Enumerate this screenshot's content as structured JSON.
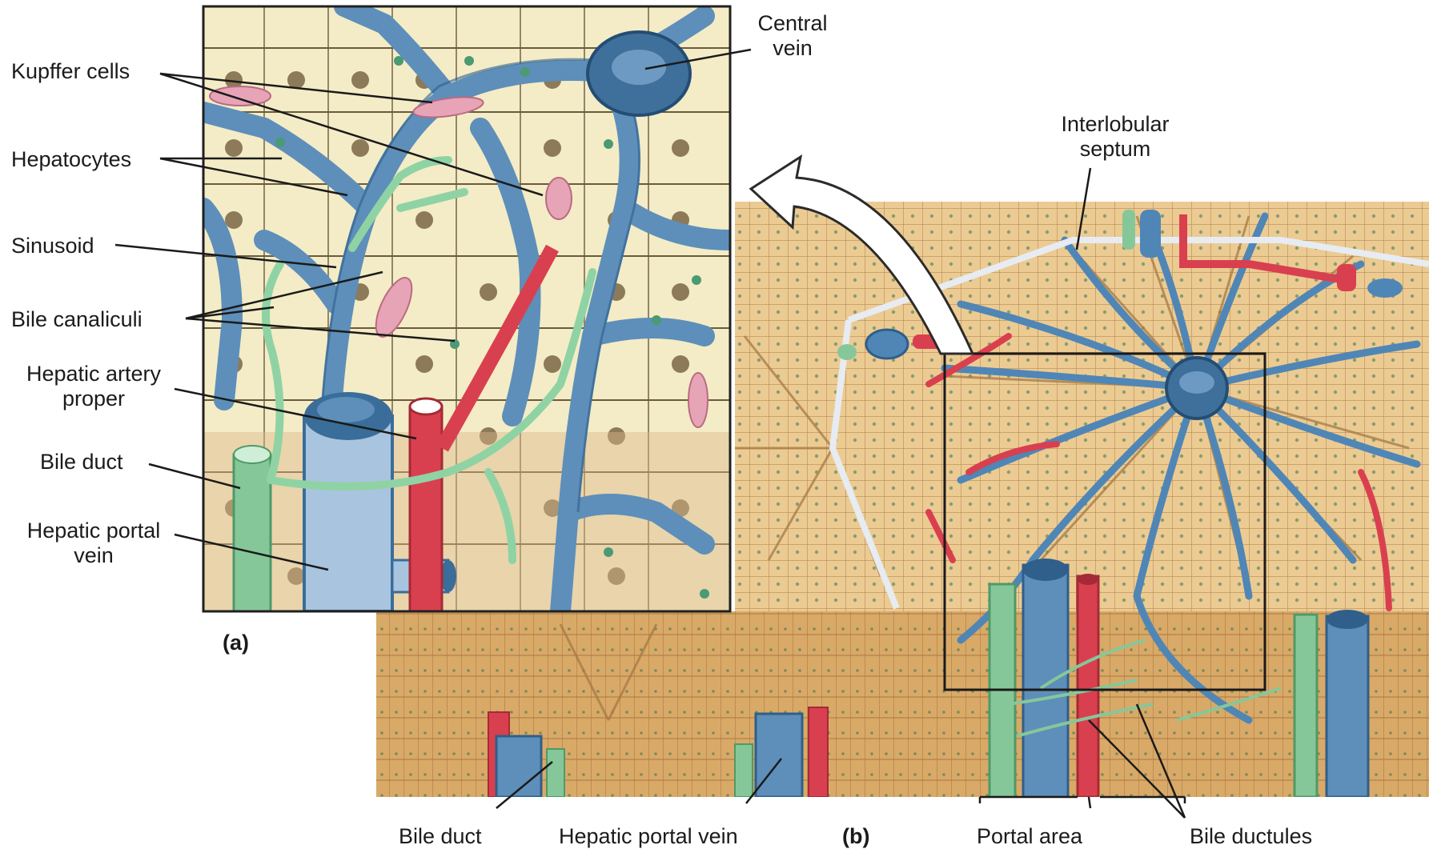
{
  "labels": {
    "kupffer_cells": "Kupffer cells",
    "central_vein": "Central\nvein",
    "hepatocytes": "Hepatocytes",
    "sinusoid": "Sinusoid",
    "bile_canaliculi": "Bile canaliculi",
    "hepatic_artery_proper": "Hepatic artery\nproper",
    "bile_duct_a": "Bile duct",
    "hepatic_portal_vein_a": "Hepatic portal\nvein",
    "interlobular_septum": "Interlobular\nseptum",
    "panel_a": "(a)",
    "panel_b": "(b)",
    "bile_duct_b": "Bile duct",
    "hepatic_portal_vein_b": "Hepatic portal vein",
    "portal_area": "Portal area",
    "bile_ductules": "Bile ductules"
  },
  "colors": {
    "hepatocyte_fill": "#f5ecc4",
    "lobule_tissue": "#e8c48a",
    "vein_blue": "#5d8fba",
    "vein_dark": "#2f5f8a",
    "artery_red": "#d9404f",
    "bile_green": "#86c79a",
    "kupffer_pink": "#e7a4b6",
    "nucleus": "#8c7a58"
  }
}
